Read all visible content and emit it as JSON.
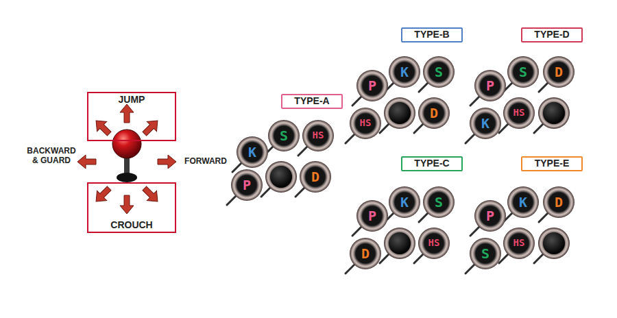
{
  "diagram": {
    "nodes": [
      {
        "text": [
          "JUMP"
        ]
      },
      {
        "text": [
          "CROUCH"
        ]
      },
      {
        "text": [
          "TYPE-A"
        ]
      },
      {
        "text": [
          "K"
        ]
      },
      {
        "text": [
          "S"
        ]
      },
      {
        "text": [
          "HS"
        ]
      },
      {
        "text": [
          "P"
        ]
      },
      {
        "text": [
          "D"
        ]
      },
      {
        "text": [
          "TYPE-B"
        ]
      },
      {
        "text": [
          "P"
        ]
      },
      {
        "text": [
          "K"
        ]
      },
      {
        "text": [
          "S"
        ]
      },
      {
        "text": [
          "HS"
        ]
      },
      {
        "text": [
          "D"
        ]
      },
      {
        "text": [
          "TYPE-D"
        ]
      },
      {
        "text": [
          "P"
        ]
      },
      {
        "text": [
          "S"
        ]
      },
      {
        "text": [
          "D"
        ]
      },
      {
        "text": [
          "K"
        ]
      },
      {
        "text": [
          "HS"
        ]
      },
      {
        "text": [
          "TYPE-C"
        ]
      },
      {
        "text": [
          "P"
        ]
      },
      {
        "text": [
          "K"
        ]
      },
      {
        "text": [
          "S"
        ]
      },
      {
        "text": [
          "D"
        ]
      },
      {
        "text": [
          "HS"
        ]
      },
      {
        "text": [
          "TYPE-E"
        ]
      },
      {
        "text": [
          "P"
        ]
      },
      {
        "text": [
          "K"
        ]
      },
      {
        "text": [
          "D"
        ]
      },
      {
        "text": [
          "S"
        ]
      },
      {
        "text": [
          "HS"
        ]
      }
    ],
    "labels": [
      "BACKWARD & GUARD",
      "FORWARD"
    ]
  }
}
